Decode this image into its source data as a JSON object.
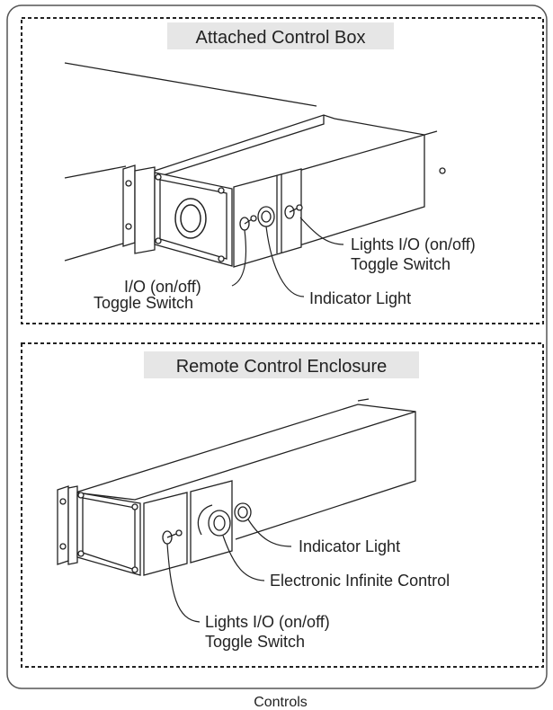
{
  "panels": {
    "top": {
      "title": "Attached Control Box",
      "labels": {
        "lights_switch_l1": "Lights I/O (on/off)",
        "lights_switch_l2": "Toggle Switch",
        "io_switch_l1": "I/O (on/off)",
        "io_switch_l2": "Toggle Switch",
        "indicator": "Indicator Light"
      }
    },
    "bottom": {
      "title": "Remote Control Enclosure",
      "labels": {
        "indicator": "Indicator Light",
        "infinite_control": "Electronic Infinite Control",
        "lights_switch_l1": "Lights I/O (on/off)",
        "lights_switch_l2": "Toggle Switch"
      }
    }
  },
  "caption": "Controls",
  "colors": {
    "line": "#222222",
    "title_bg": "#e6e6e6",
    "frame": "#555555"
  }
}
